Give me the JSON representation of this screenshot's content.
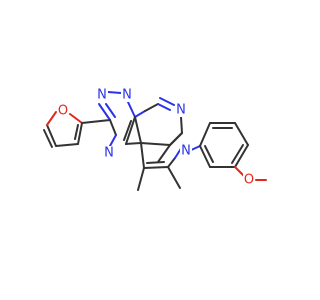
{
  "structure": {
    "atoms": {
      "n_triazole_top_left": "N",
      "n_triazole_top_right": "N",
      "n_triazole_bottom": "N",
      "n_pyrimidine": "N",
      "n_pyrrole": "N",
      "o_furan": "O",
      "o_methoxy": "O"
    }
  },
  "colors": {
    "bond": "#333333",
    "nitrogen": "#2a33e8",
    "oxygen": "#e0281f",
    "background": "#ffffff"
  }
}
